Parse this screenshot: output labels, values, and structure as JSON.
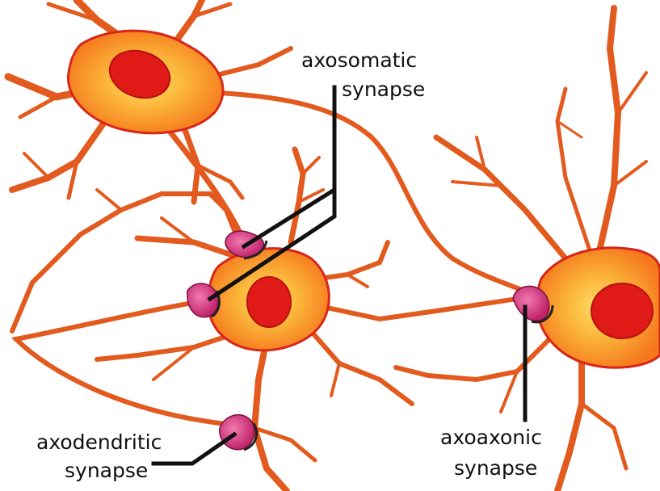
{
  "labels": {
    "axosomatic": {
      "line1": "axosomatic",
      "line2": "synapse"
    },
    "axodendritic": {
      "line1": "axodendritic",
      "line2": "synapse"
    },
    "axoaxonic": {
      "line1": "axoaxonic",
      "line2": "synapse"
    }
  },
  "colors": {
    "outline": "#d8261a",
    "cell_body": "#f6851f",
    "cell_center": "#fcc13a",
    "nucleus": "#e01a17",
    "synapse_knob": "#d8307a",
    "leader_line": "#111111"
  }
}
